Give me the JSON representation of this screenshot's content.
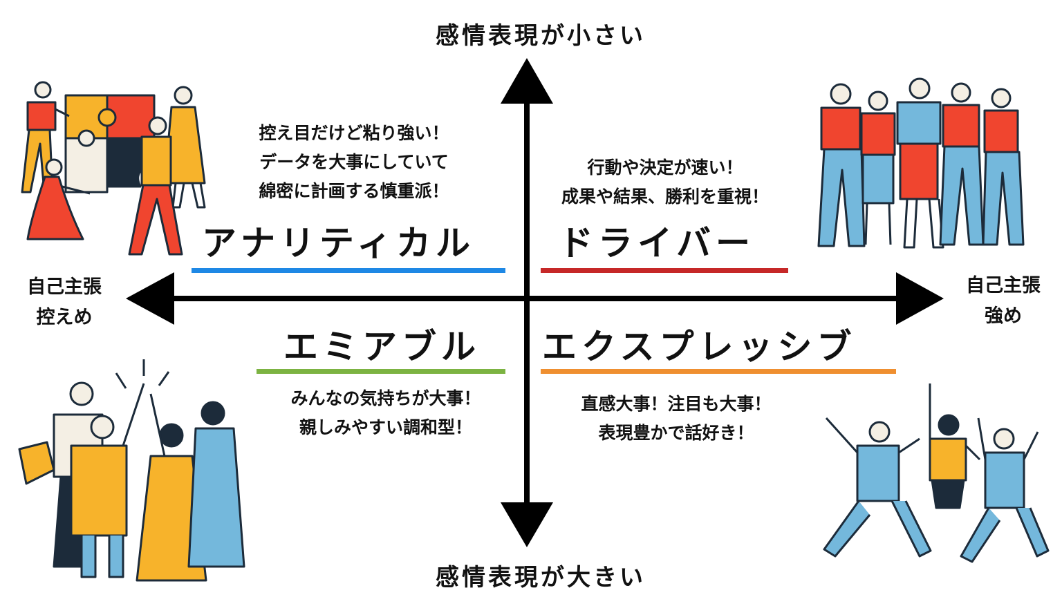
{
  "axes": {
    "top": "感情表現が小さい",
    "bottom": "感情表現が大きい",
    "left": [
      "自己主張",
      "控えめ"
    ],
    "right": [
      "自己主張",
      "強め"
    ]
  },
  "quadrants": {
    "analytical": {
      "name": "アナリティカル",
      "color": "#1e88e5",
      "desc": [
        "控え目だけど粘り強い！",
        "データを大事にしていて",
        "綿密に計画する慎重派！"
      ]
    },
    "driver": {
      "name": "ドライバー",
      "color": "#c62828",
      "desc": [
        "行動や決定が速い！",
        "成果や結果、勝利を重視！"
      ]
    },
    "amiable": {
      "name": "エミアブル",
      "color": "#7cb342",
      "desc": [
        "みんなの気持ちが大事！",
        "親しみやすい調和型！"
      ]
    },
    "expressive": {
      "name": "エクスプレッシブ",
      "color": "#ef8f30",
      "desc": [
        "直感大事！注目も大事！",
        "表現豊かで話好き！"
      ]
    }
  },
  "illustration_colors": {
    "yellow": "#f7b32b",
    "red": "#f0452f",
    "blue": "#74b8dc",
    "cream": "#f4efe4",
    "navy": "#1c2b3a"
  }
}
